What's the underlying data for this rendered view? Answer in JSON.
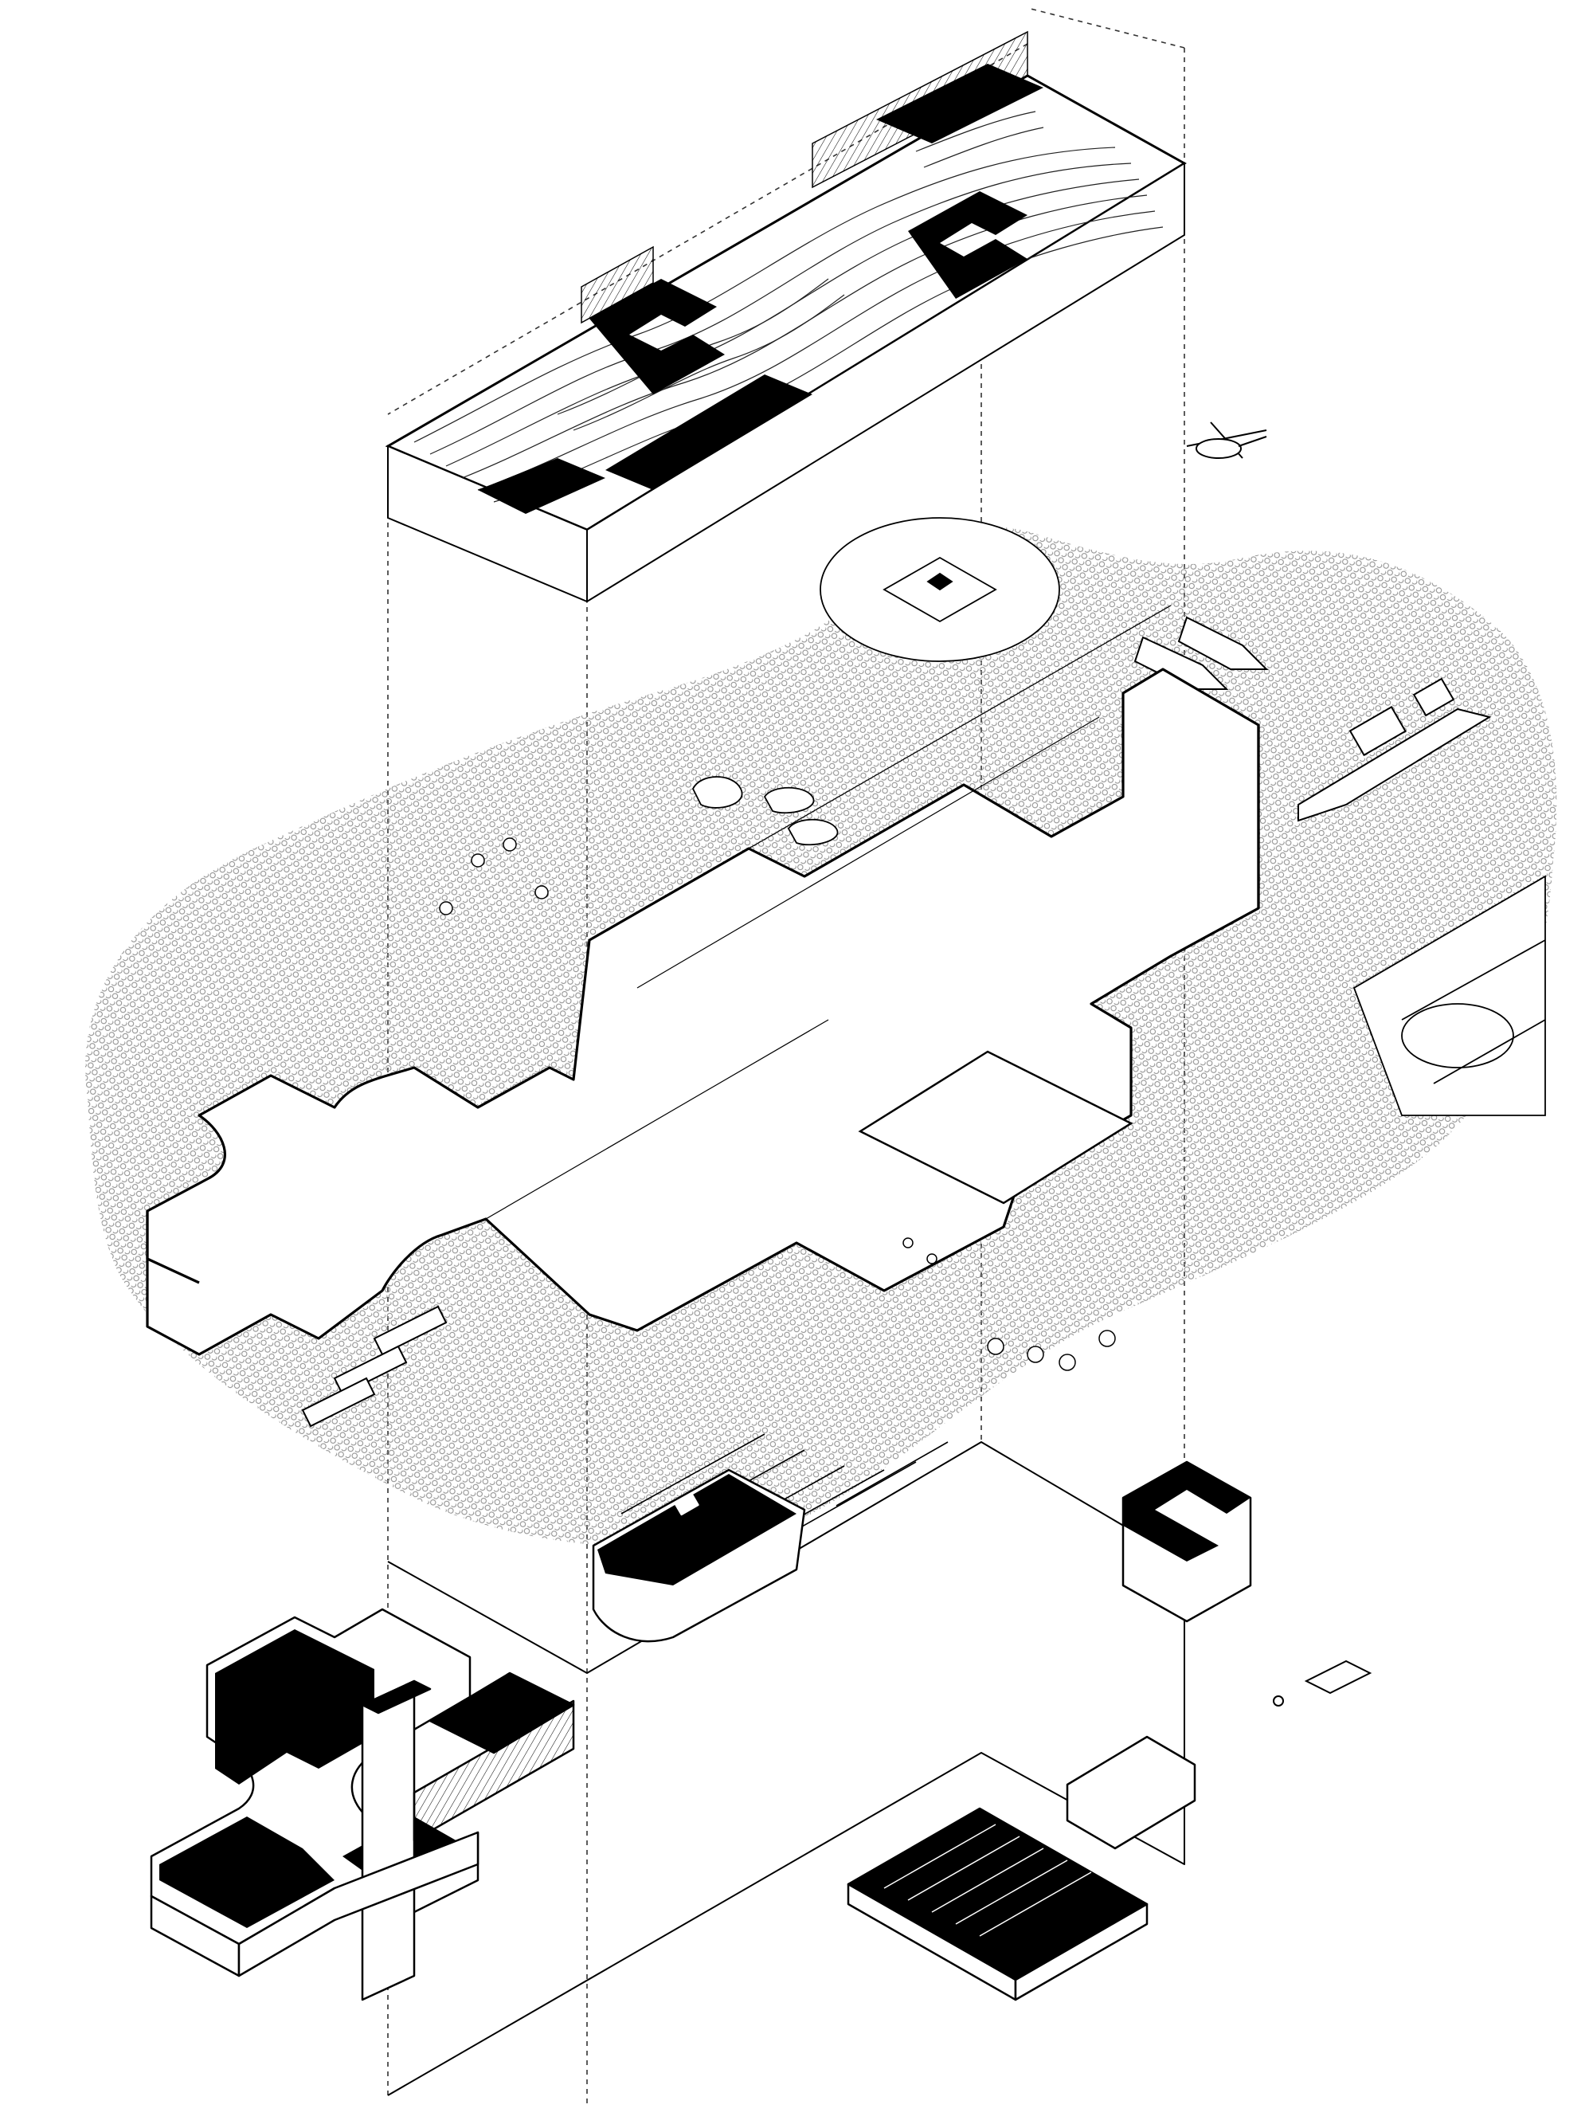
{
  "diagram": {
    "kind": "exploded axonometric architectural drawing",
    "text_labels": [],
    "colors": {
      "ink": "#000000",
      "paper": "#ffffff",
      "hatch": "#8a8a8a",
      "projection_line": "#333333"
    },
    "layers": [
      {
        "id": "roof-landscape",
        "icon": "contour-roof-icon"
      },
      {
        "id": "ground-plane",
        "icon": "site-plan-icon"
      },
      {
        "id": "basement-level",
        "icon": "section-cut-icon"
      }
    ],
    "site_features": [
      "helipad",
      "helicopter",
      "boats",
      "ship",
      "buses",
      "parking",
      "sports-court",
      "trees",
      "people"
    ]
  }
}
